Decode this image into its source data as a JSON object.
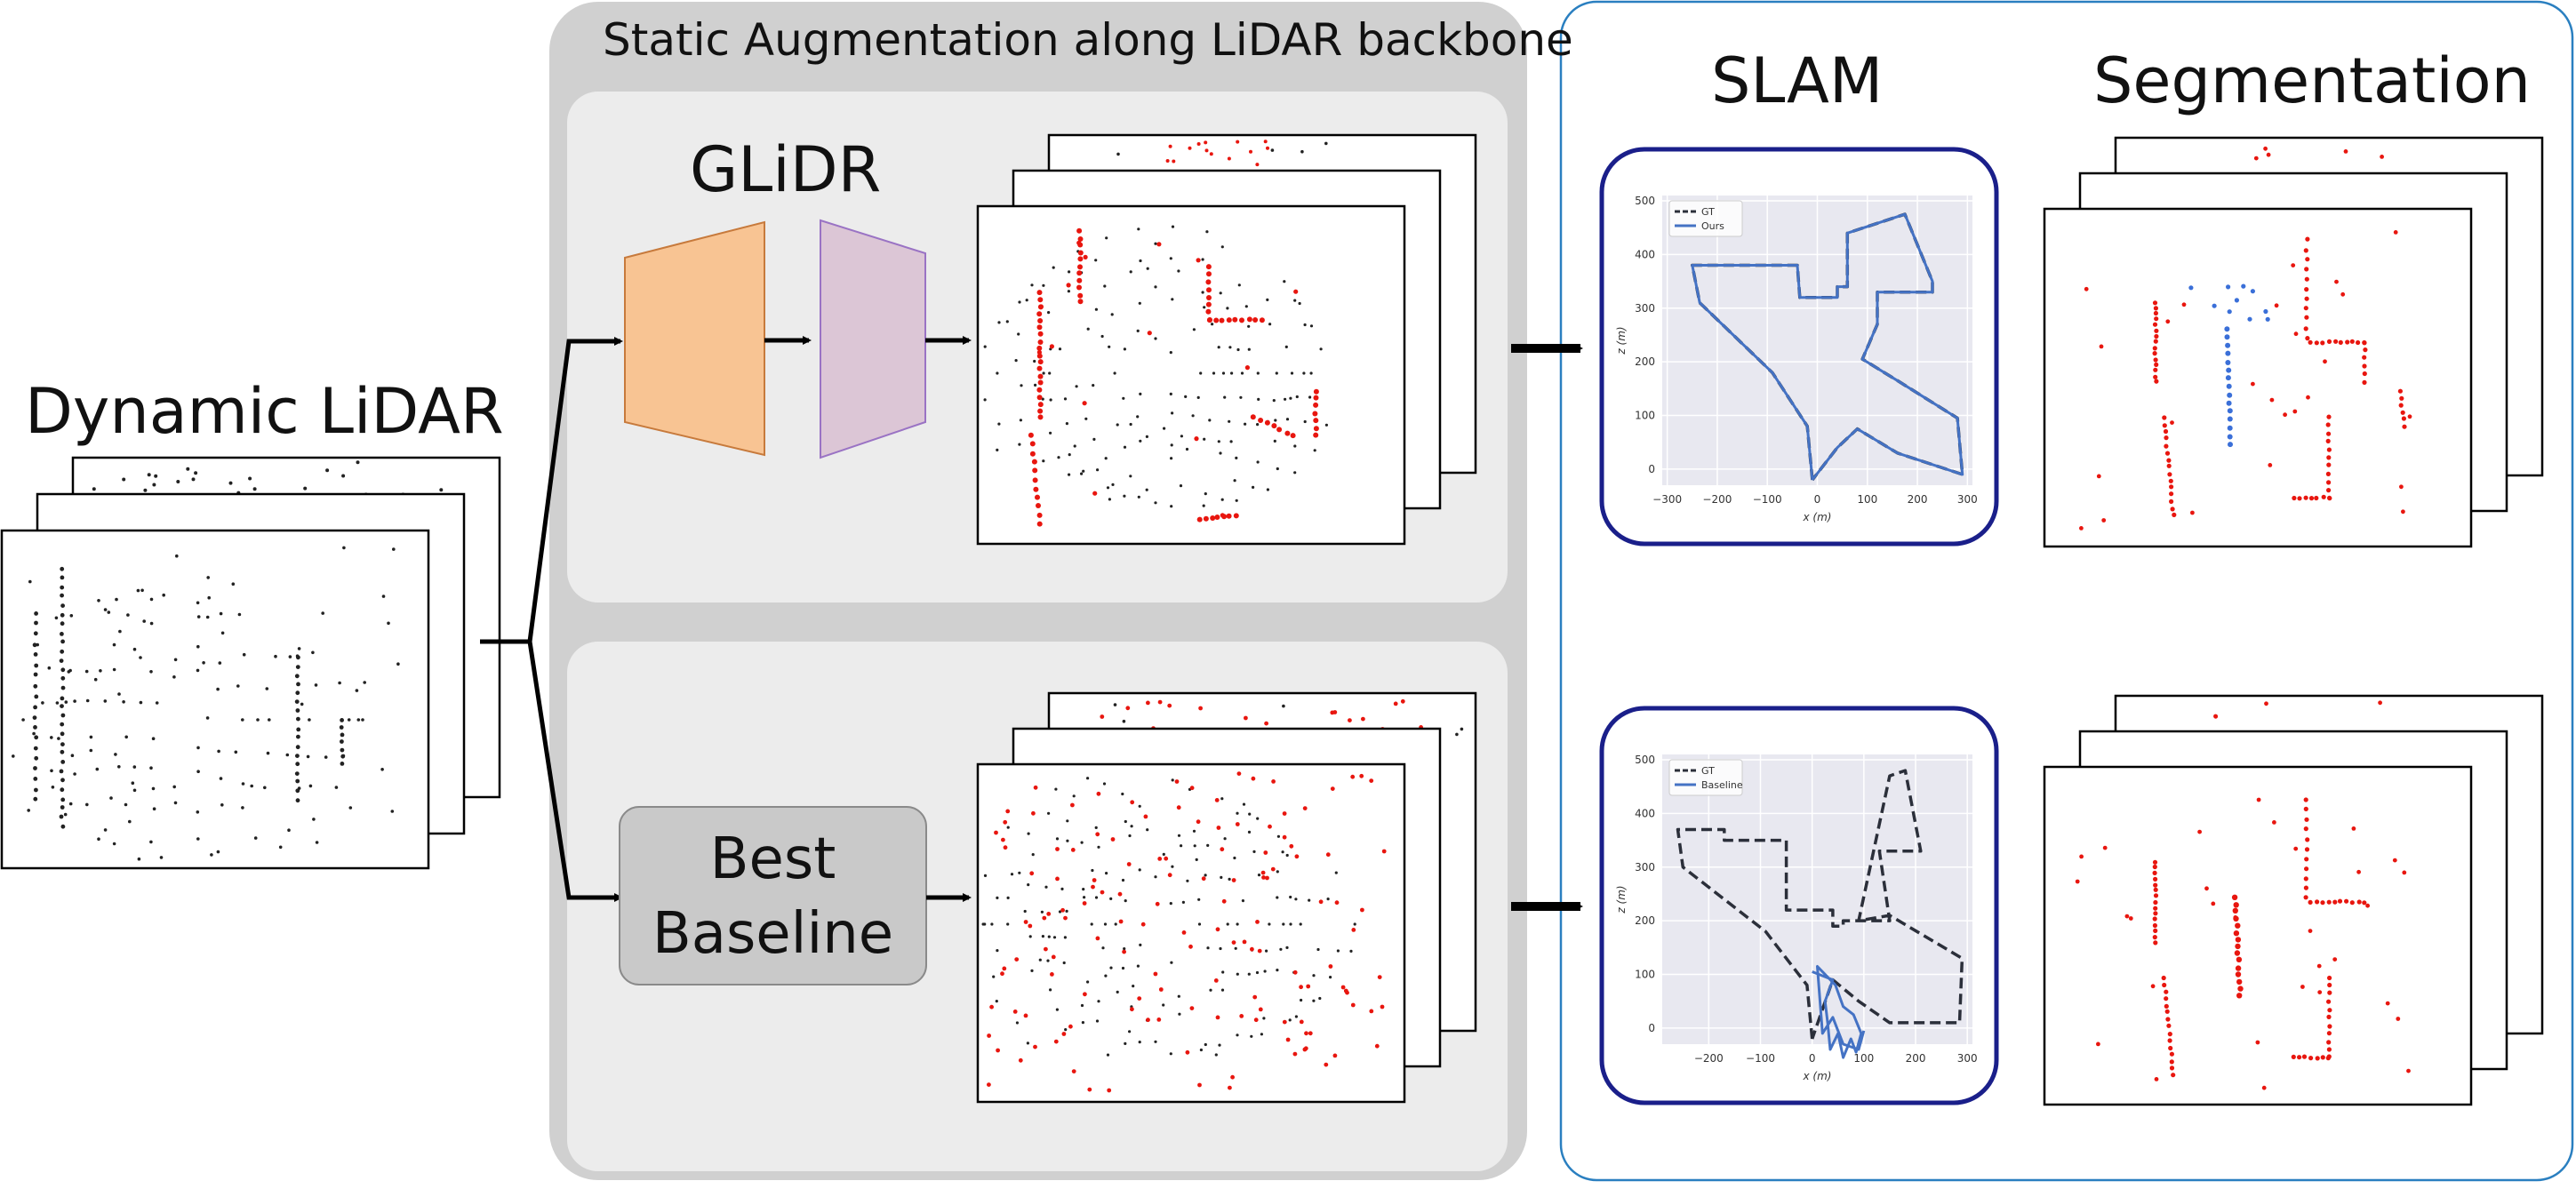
{
  "input": {
    "title": "Dynamic LiDAR"
  },
  "static_panel": {
    "title": "Static Augmentation along LiDAR backbone"
  },
  "glidr": {
    "label": "GLiDR"
  },
  "baseline": {
    "label_line1": "Best",
    "label_line2": "Baseline"
  },
  "downstream": {
    "slam_title": "SLAM",
    "segmentation_title": "Segmentation"
  },
  "colors": {
    "encoder_fill": "#f8c493",
    "encoder_stroke": "#c77a3c",
    "decoder_fill": "#dcc6d6",
    "decoder_stroke": "#9a73c4",
    "panel_outer": "#d0d0d0",
    "panel_inner": "#ececec",
    "slam_border": "#1a1f8a",
    "right_panel_border": "#2a7fc0",
    "static_point": "#222222",
    "dynamic_point": "#e8160f",
    "pred_point": "#3a6fd8",
    "gt_line": "#2b2f3a",
    "pred_line": "#4472c4",
    "plot_bg": "#e8e8f0"
  },
  "chart_data": [
    {
      "type": "line",
      "xlabel": "x (m)",
      "ylabel": "z (m)",
      "xticks": [
        -300,
        -200,
        -100,
        0,
        100,
        200,
        300
      ],
      "yticks": [
        0,
        100,
        200,
        300,
        400,
        500
      ],
      "xlim": [
        -310,
        310
      ],
      "ylim": [
        -30,
        510
      ],
      "legend": "top-left",
      "series": [
        {
          "name": "GT",
          "style": "dashed",
          "points": [
            [
              -10,
              -20
            ],
            [
              -20,
              80
            ],
            [
              -90,
              180
            ],
            [
              -235,
              310
            ],
            [
              -250,
              380
            ],
            [
              -40,
              380
            ],
            [
              -35,
              320
            ],
            [
              40,
              320
            ],
            [
              40,
              340
            ],
            [
              60,
              340
            ],
            [
              60,
              440
            ],
            [
              175,
              475
            ],
            [
              230,
              350
            ],
            [
              230,
              330
            ],
            [
              120,
              330
            ],
            [
              120,
              270
            ],
            [
              90,
              205
            ],
            [
              160,
              165
            ],
            [
              280,
              95
            ],
            [
              290,
              -10
            ],
            [
              160,
              30
            ],
            [
              80,
              75
            ],
            [
              40,
              40
            ],
            [
              -10,
              -20
            ]
          ]
        },
        {
          "name": "Ours",
          "style": "solid",
          "points": [
            [
              -10,
              -20
            ],
            [
              -20,
              80
            ],
            [
              -90,
              180
            ],
            [
              -235,
              310
            ],
            [
              -250,
              380
            ],
            [
              -40,
              380
            ],
            [
              -35,
              320
            ],
            [
              40,
              320
            ],
            [
              40,
              340
            ],
            [
              60,
              340
            ],
            [
              60,
              440
            ],
            [
              175,
              475
            ],
            [
              230,
              350
            ],
            [
              230,
              330
            ],
            [
              120,
              330
            ],
            [
              120,
              270
            ],
            [
              90,
              205
            ],
            [
              160,
              165
            ],
            [
              280,
              95
            ],
            [
              290,
              -10
            ],
            [
              160,
              30
            ],
            [
              80,
              75
            ],
            [
              40,
              40
            ],
            [
              -10,
              -20
            ]
          ]
        }
      ]
    },
    {
      "type": "line",
      "xlabel": "x (m)",
      "ylabel": "z (m)",
      "xticks": [
        -200,
        -100,
        0,
        100,
        200,
        300
      ],
      "yticks": [
        0,
        100,
        200,
        300,
        400,
        500
      ],
      "xlim": [
        -290,
        310
      ],
      "ylim": [
        -30,
        510
      ],
      "legend": "top-left",
      "series": [
        {
          "name": "GT",
          "style": "dashed",
          "points": [
            [
              0,
              -20
            ],
            [
              -10,
              80
            ],
            [
              -90,
              180
            ],
            [
              -250,
              300
            ],
            [
              -260,
              370
            ],
            [
              -170,
              370
            ],
            [
              -170,
              350
            ],
            [
              -50,
              350
            ],
            [
              -50,
              220
            ],
            [
              40,
              220
            ],
            [
              40,
              190
            ],
            [
              60,
              190
            ],
            [
              60,
              200
            ],
            [
              150,
              200
            ],
            [
              130,
              330
            ],
            [
              210,
              330
            ],
            [
              180,
              480
            ],
            [
              150,
              470
            ],
            [
              90,
              200
            ],
            [
              150,
              210
            ],
            [
              290,
              130
            ],
            [
              285,
              10
            ],
            [
              150,
              10
            ],
            [
              90,
              50
            ],
            [
              40,
              90
            ],
            [
              0,
              -20
            ]
          ]
        },
        {
          "name": "Baseline",
          "style": "solid",
          "points": [
            [
              0,
              105
            ],
            [
              40,
              90
            ],
            [
              25,
              50
            ],
            [
              30,
              10
            ],
            [
              35,
              -40
            ],
            [
              50,
              -10
            ],
            [
              60,
              -55
            ],
            [
              75,
              -20
            ],
            [
              85,
              -45
            ],
            [
              95,
              -10
            ],
            [
              80,
              25
            ],
            [
              60,
              40
            ],
            [
              45,
              80
            ],
            [
              10,
              115
            ],
            [
              20,
              -10
            ],
            [
              40,
              20
            ],
            [
              60,
              -30
            ],
            [
              90,
              -40
            ],
            [
              100,
              -5
            ]
          ]
        }
      ]
    }
  ]
}
